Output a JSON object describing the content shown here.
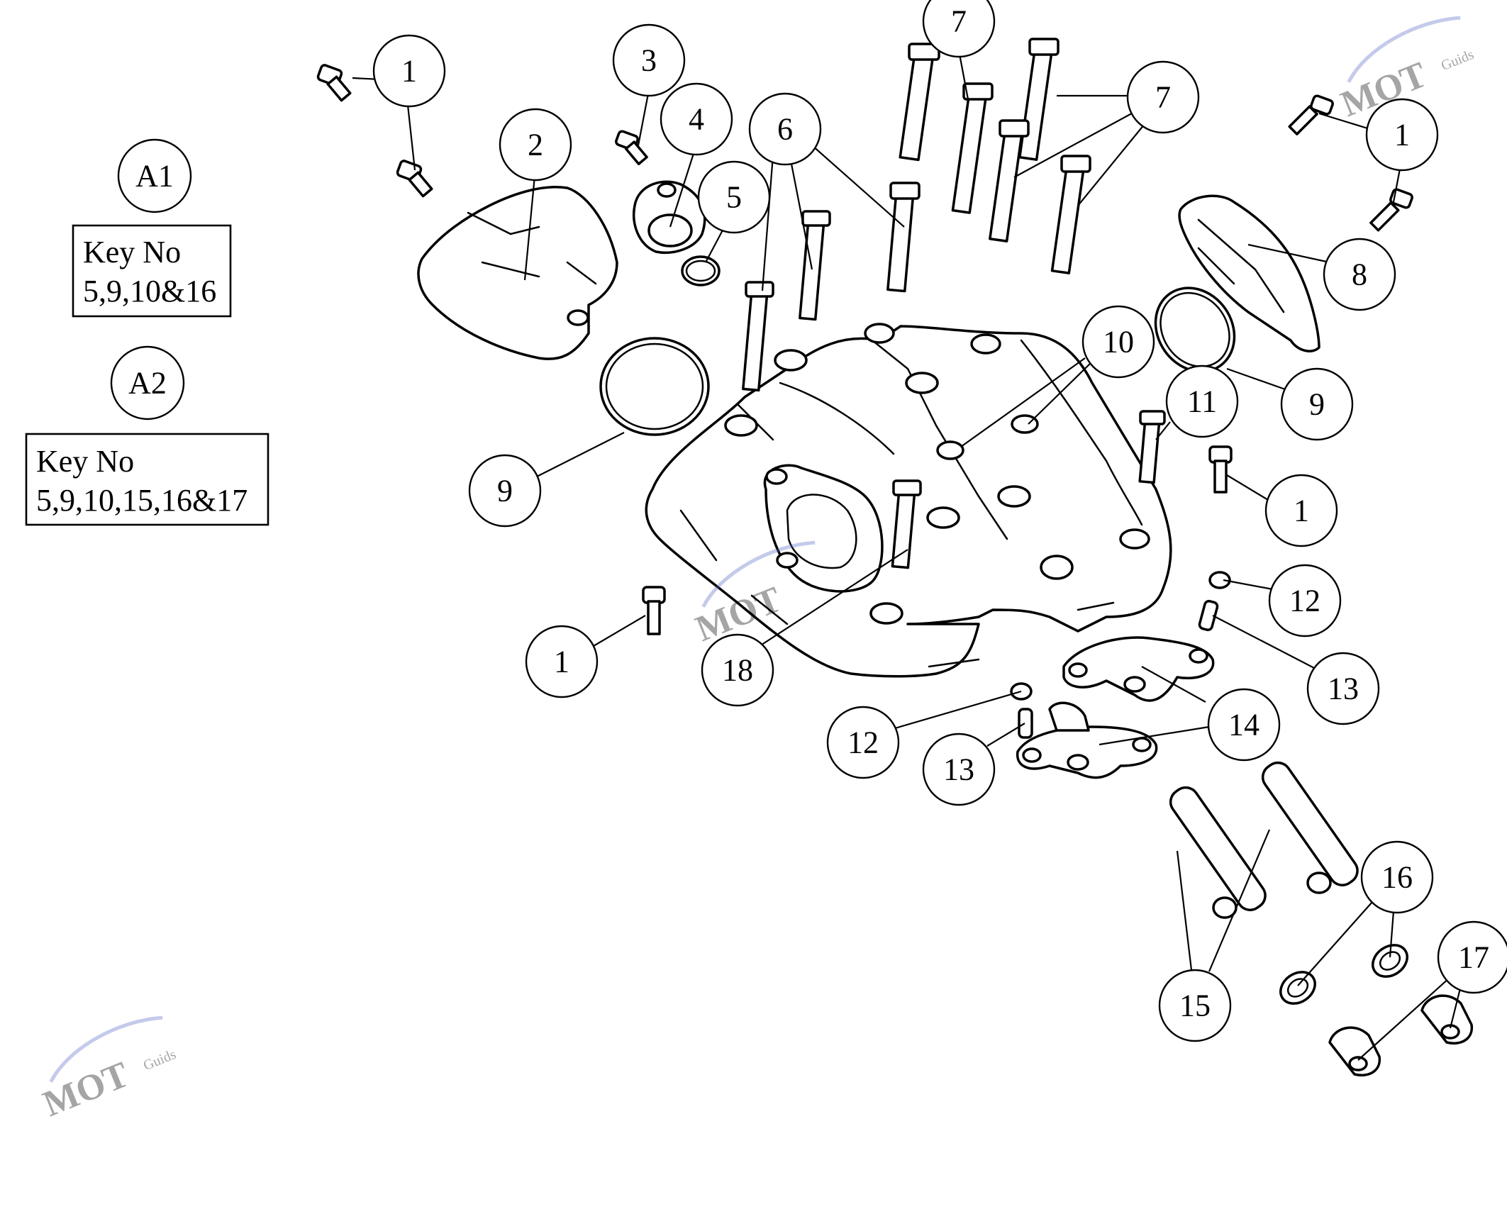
{
  "diagram": {
    "legend": [
      {
        "id": "A1",
        "line1": "Key No",
        "line2": "5,9,10&16"
      },
      {
        "id": "A2",
        "line1": "Key No",
        "line2": "5,9,10,15,16&17"
      }
    ],
    "callouts": [
      {
        "key": "c1a",
        "label": "1"
      },
      {
        "key": "c2",
        "label": "2"
      },
      {
        "key": "c3",
        "label": "3"
      },
      {
        "key": "c4",
        "label": "4"
      },
      {
        "key": "c5",
        "label": "5"
      },
      {
        "key": "c6",
        "label": "6"
      },
      {
        "key": "c7a",
        "label": "7"
      },
      {
        "key": "c7b",
        "label": "7"
      },
      {
        "key": "c1b",
        "label": "1"
      },
      {
        "key": "c8",
        "label": "8"
      },
      {
        "key": "c10",
        "label": "10"
      },
      {
        "key": "c11",
        "label": "11"
      },
      {
        "key": "c9a",
        "label": "9"
      },
      {
        "key": "c9b",
        "label": "9"
      },
      {
        "key": "c1c",
        "label": "1"
      },
      {
        "key": "c12a",
        "label": "12"
      },
      {
        "key": "c13a",
        "label": "13"
      },
      {
        "key": "c14",
        "label": "14"
      },
      {
        "key": "c1d",
        "label": "1"
      },
      {
        "key": "c18",
        "label": "18"
      },
      {
        "key": "c12b",
        "label": "12"
      },
      {
        "key": "c13b",
        "label": "13"
      },
      {
        "key": "c15",
        "label": "15"
      },
      {
        "key": "c16",
        "label": "16"
      },
      {
        "key": "c17",
        "label": "17"
      }
    ],
    "watermark": {
      "brand": "MOT",
      "sub": "Guids"
    }
  }
}
